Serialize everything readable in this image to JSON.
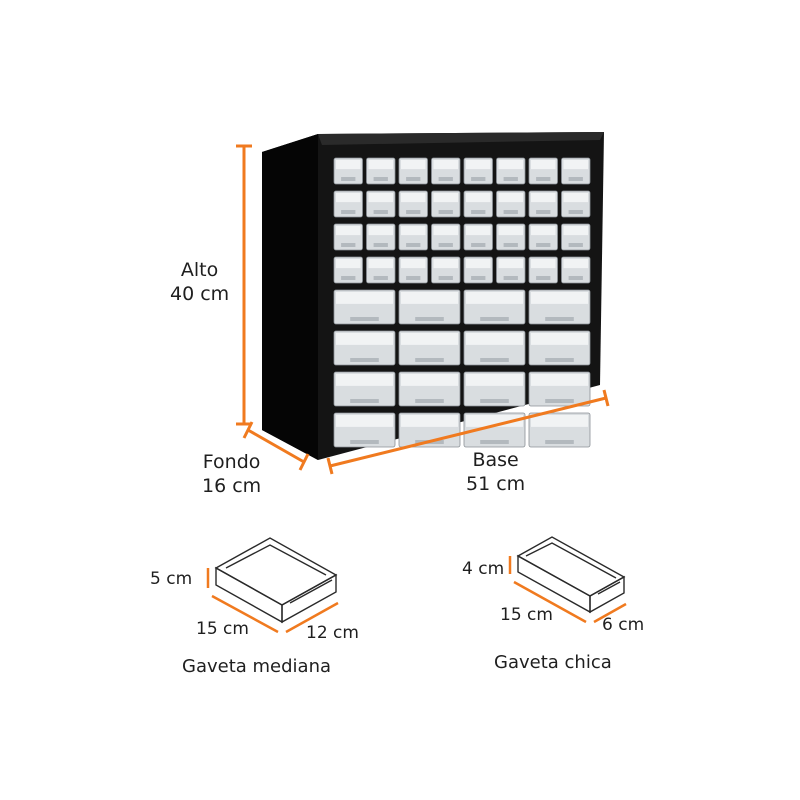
{
  "colors": {
    "accent": "#f07a1f",
    "cabinet": "#141414",
    "drawer_outline": "#2a2a2a"
  },
  "cabinet": {
    "height_label": "Alto",
    "height_value": "40 cm",
    "depth_label": "Fondo",
    "depth_value": "16 cm",
    "width_label": "Base",
    "width_value": "51 cm"
  },
  "medium_drawer": {
    "caption": "Gaveta mediana",
    "height": "5 cm",
    "length": "15 cm",
    "width": "12 cm"
  },
  "small_drawer": {
    "caption": "Gaveta chica",
    "height": "4 cm",
    "length": "15 cm",
    "width": "6 cm"
  }
}
